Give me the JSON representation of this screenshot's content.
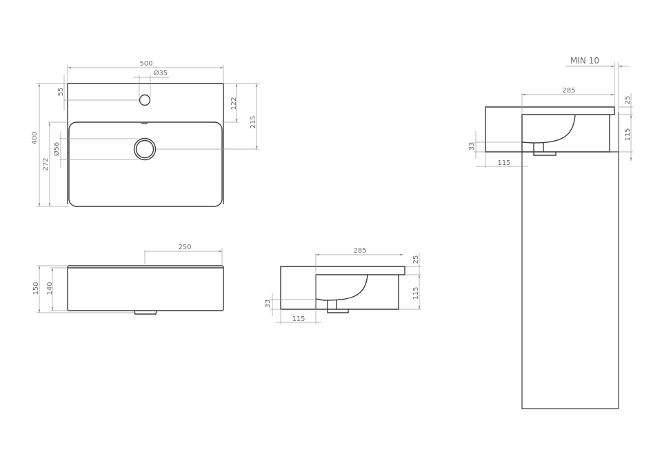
{
  "top_view": {
    "width_label": "500",
    "tap_hole_label": "Ø35",
    "tap_offset_label": "55",
    "depth_label": "400",
    "basin_depth_label": "272",
    "drain_label": "Ø56",
    "tap_to_basin_label": "122",
    "drain_position_label": "215"
  },
  "front_view": {
    "half_width_label": "250",
    "height_label": "150",
    "inner_height_label": "140"
  },
  "side_view": {
    "basin_length_label": "285",
    "slab_label": "25",
    "basin_height_label": "115",
    "drain_height_label": "33",
    "back_label": "115"
  },
  "installed_view": {
    "min_gap_label": "MIN 10",
    "basin_length_label": "285",
    "slab_label": "25",
    "basin_height_label": "115",
    "drain_height_label": "33",
    "back_label": "115"
  },
  "colors": {
    "outline": "#3a3a3a",
    "dimension": "#9a9a9a"
  }
}
